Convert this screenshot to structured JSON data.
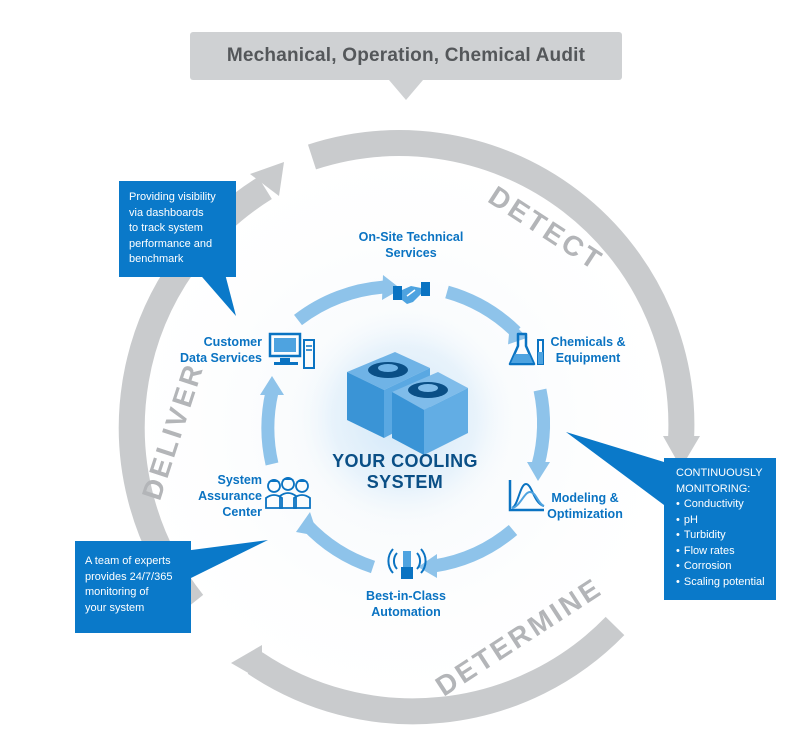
{
  "audit": {
    "label": "Mechanical, Operation, Chemical Audit"
  },
  "phases": {
    "detect": "DETECT",
    "deliver": "DELIVER",
    "determine": "DETERMINE"
  },
  "center": {
    "line1": "YOUR COOLING",
    "line2": "SYSTEM"
  },
  "nodes": {
    "onsite": {
      "line1": "On-Site Technical",
      "line2": "Services",
      "icon": "handshake-icon"
    },
    "chemicals": {
      "line1": "Chemicals &",
      "line2": "Equipment",
      "icon": "flask-icon"
    },
    "modeling": {
      "line1": "Modeling &",
      "line2": "Optimization",
      "icon": "curve-chart-icon"
    },
    "automation": {
      "line1": "Best-in-Class",
      "line2": "Automation",
      "icon": "wireless-sensor-icon"
    },
    "assurance": {
      "line1": "System",
      "line2": "Assurance",
      "line3": "Center",
      "icon": "team-icon"
    },
    "customer": {
      "line1": "Customer",
      "line2": "Data Services",
      "icon": "computer-icon"
    }
  },
  "callouts": {
    "visibility": {
      "lines": [
        "Providing visibility",
        "via dashboards",
        "to track system",
        "performance and",
        "benchmark"
      ]
    },
    "experts": {
      "lines": [
        "A team of experts",
        "provides 24/7/365",
        "monitoring of",
        "your system"
      ]
    },
    "monitoring": {
      "heading1": "CONTINUOUSLY",
      "heading2": "MONITORING:",
      "items": [
        "Conductivity",
        "pH",
        "Turbidity",
        "Flow rates",
        "Corrosion",
        "Scaling potential"
      ]
    }
  },
  "colors": {
    "brand_blue": "#0a79c9",
    "label_blue": "#0a73c2",
    "center_blue": "#0a4f86",
    "ring_gray": "#c9cbcd",
    "phase_gray": "#b3b5b8",
    "cycle_blue": "#8ec3ea"
  }
}
